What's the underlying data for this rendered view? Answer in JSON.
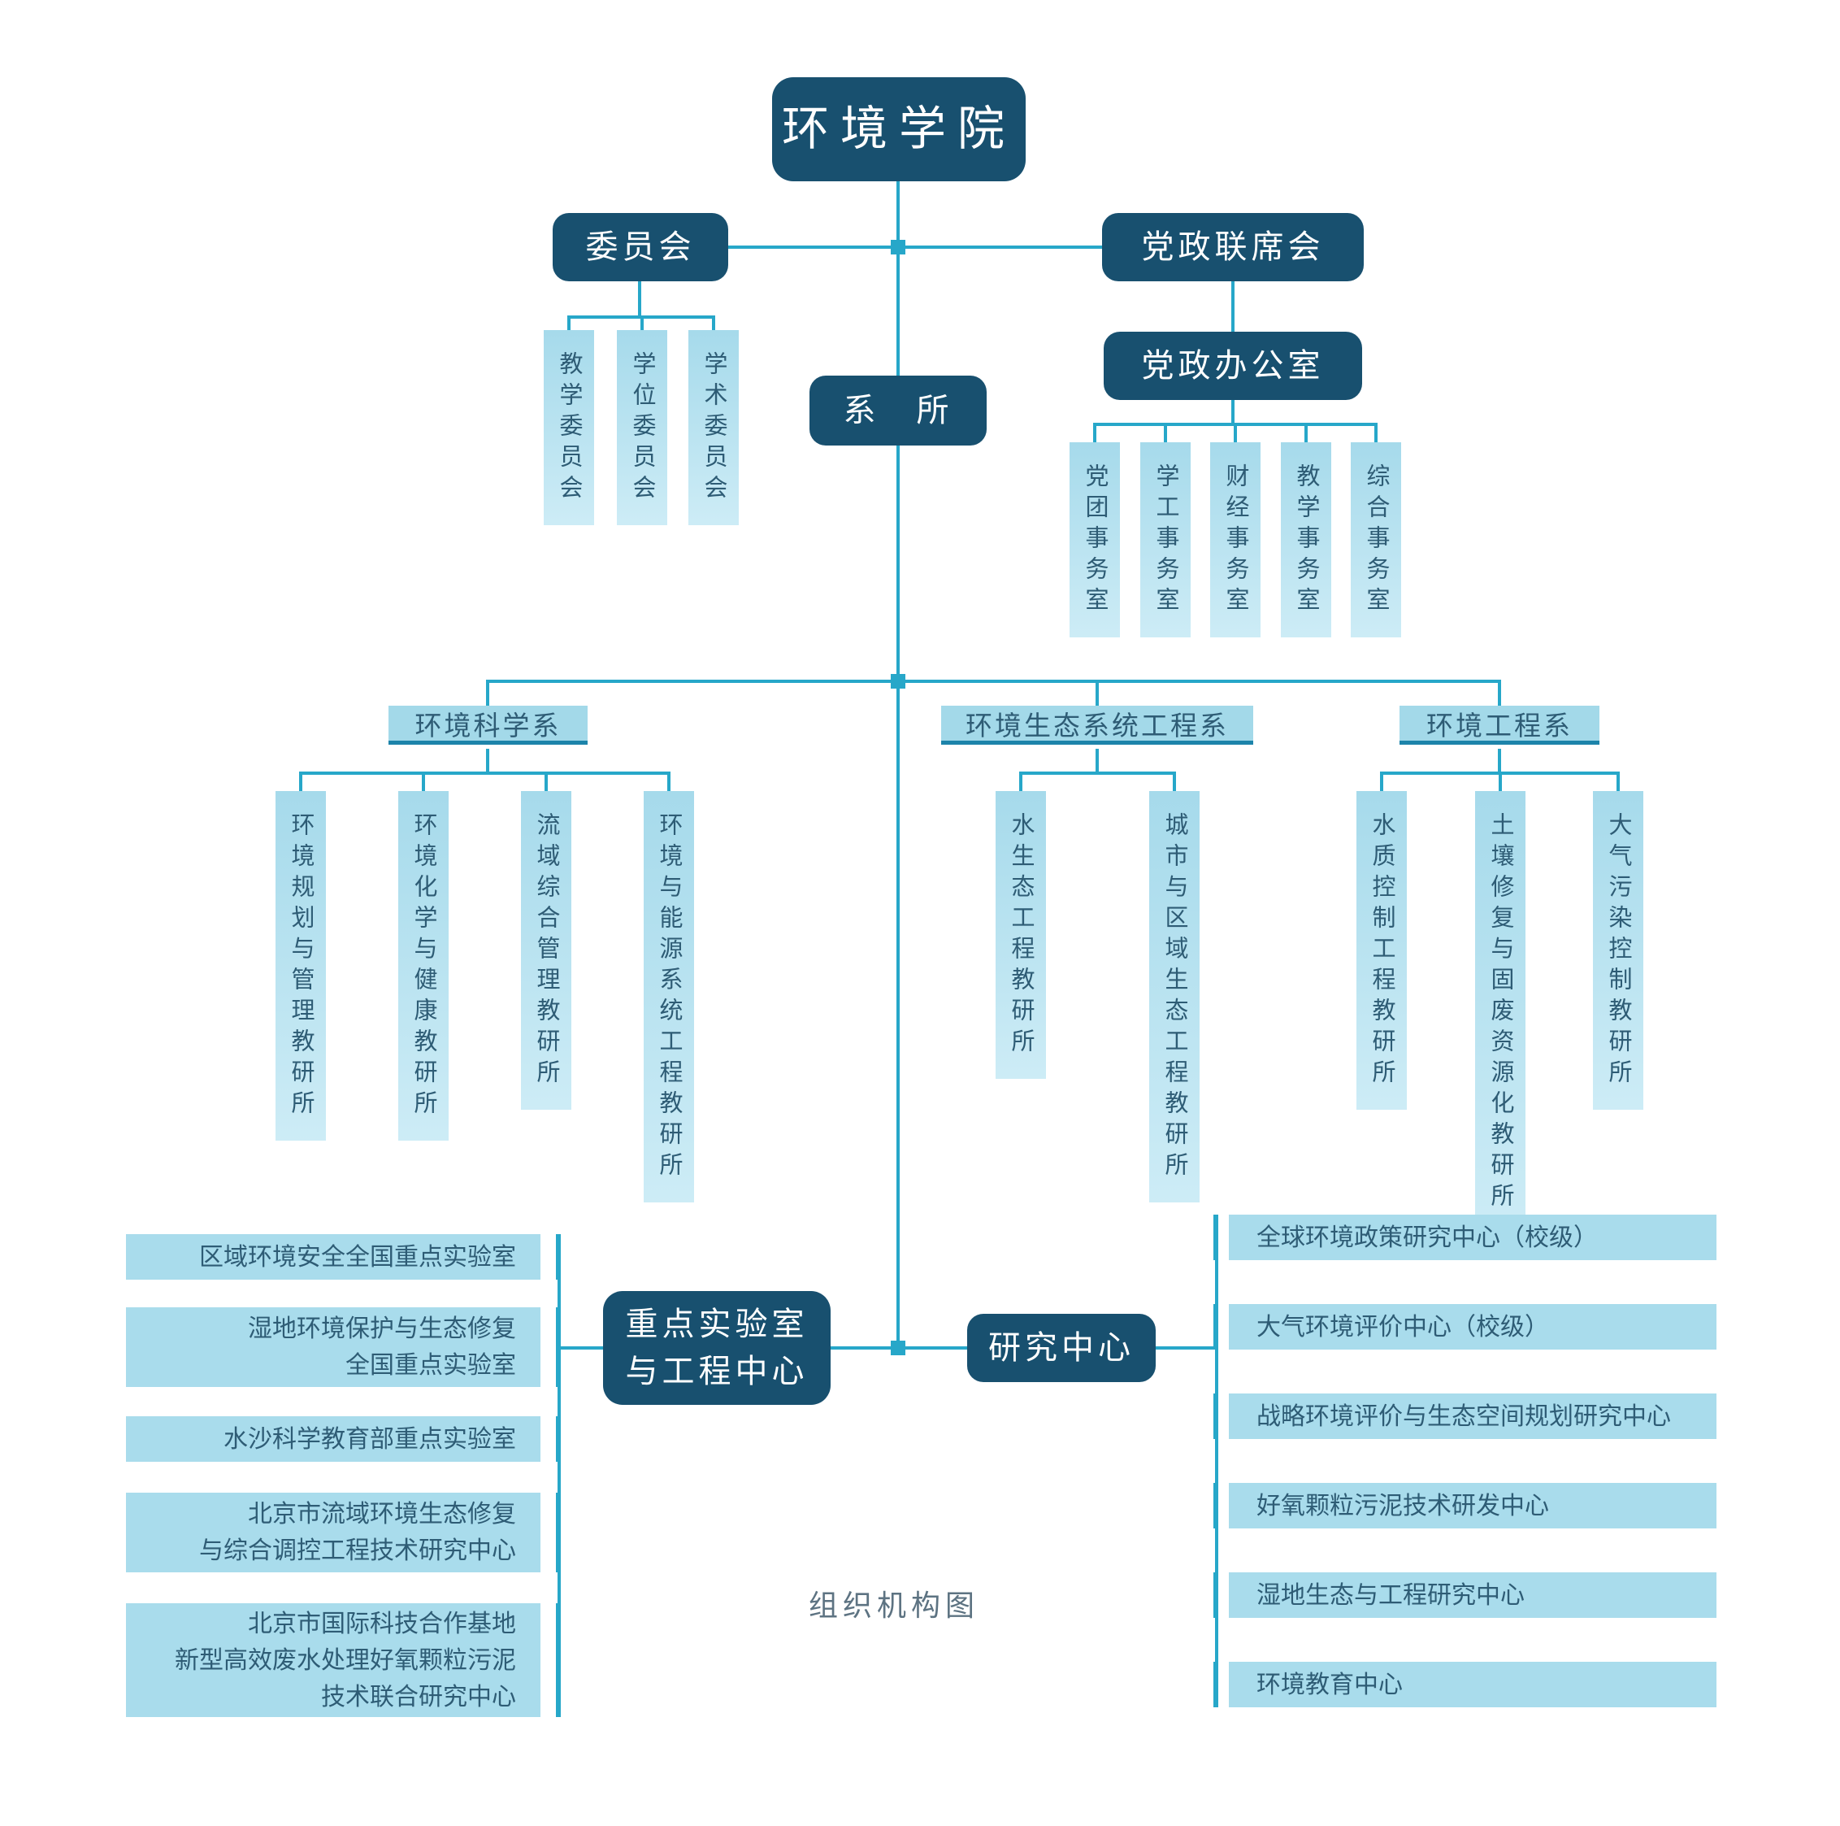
{
  "colors": {
    "dark_navy": "#18506f",
    "light_blue": "#a9dcec",
    "connector_cyan": "#27a7c9",
    "header_underline": "#1d84aa",
    "box_text": "#2e5c75",
    "caption_gray": "#5d7382"
  },
  "root": {
    "title": "环境学院"
  },
  "committee": {
    "label": "委员会",
    "children": [
      "教学委员会",
      "学位委员会",
      "学术委员会"
    ]
  },
  "party_joint": {
    "label": "党政联席会"
  },
  "party_office": {
    "label": "党政办公室",
    "children": [
      "党团事务室",
      "学工事务室",
      "财经事务室",
      "教学事务室",
      "综合事务室"
    ]
  },
  "departments_node": {
    "label": "系　所"
  },
  "departments": [
    {
      "name": "环境科学系",
      "institutes": [
        "环境规划与管理教研所",
        "环境化学与健康教研所",
        "流域综合管理教研所",
        "环境与能源系统工程教研所"
      ]
    },
    {
      "name": "环境生态系统工程系",
      "institutes": [
        "水生态工程教研所",
        "城市与区域生态工程教研所"
      ]
    },
    {
      "name": "环境工程系",
      "institutes": [
        "水质控制工程教研所",
        "土壤修复与固废资源化教研所",
        "大气污染控制教研所"
      ]
    }
  ],
  "labs_node": {
    "label": "重点实验室\n与工程中心"
  },
  "labs": [
    "区域环境安全全国重点实验室",
    "湿地环境保护与生态修复\n全国重点实验室",
    "水沙科学教育部重点实验室",
    "北京市流域环境生态修复\n与综合调控工程技术研究中心",
    "北京市国际科技合作基地\n新型高效废水处理好氧颗粒污泥\n技术联合研究中心"
  ],
  "centers_node": {
    "label": "研究中心"
  },
  "centers": [
    "全球环境政策研究中心（校级）",
    "大气环境评价中心（校级）",
    "战略环境评价与生态空间规划研究中心",
    "好氧颗粒污泥技术研发中心",
    "湿地生态与工程研究中心",
    "环境教育中心"
  ],
  "caption": "组织机构图"
}
